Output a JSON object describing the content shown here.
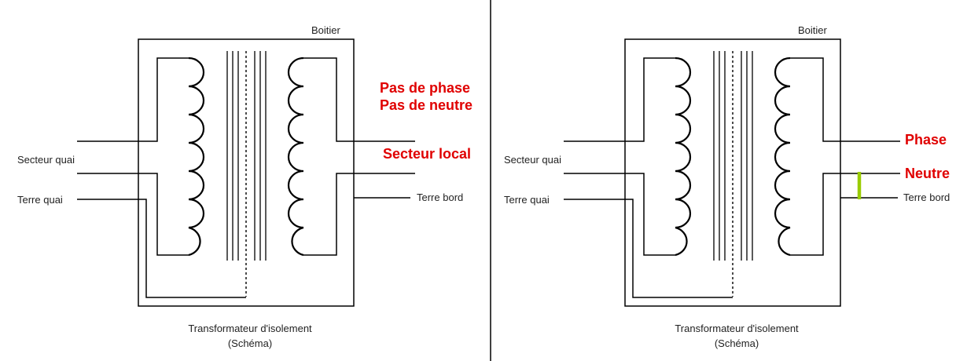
{
  "colors": {
    "line": "#000000",
    "text": "#222222",
    "highlight": "#e00000",
    "bond": "#99cc00"
  },
  "left": {
    "box_label": "Boitier",
    "input_label": "Secteur quai",
    "earth_label": "Terre quai",
    "output_label": "Secteur local",
    "status_line1": "Pas de phase",
    "status_line2": "Pas de neutre",
    "earth_out_label": "Terre bord",
    "caption_line1": "Transformateur d'isolement",
    "caption_line2": "(Schéma)"
  },
  "right": {
    "box_label": "Boitier",
    "input_label": "Secteur quai",
    "earth_label": "Terre quai",
    "phase_label": "Phase",
    "neutral_label": "Neutre",
    "earth_out_label": "Terre bord",
    "caption_line1": "Transformateur d'isolement",
    "caption_line2": "(Schéma)"
  }
}
